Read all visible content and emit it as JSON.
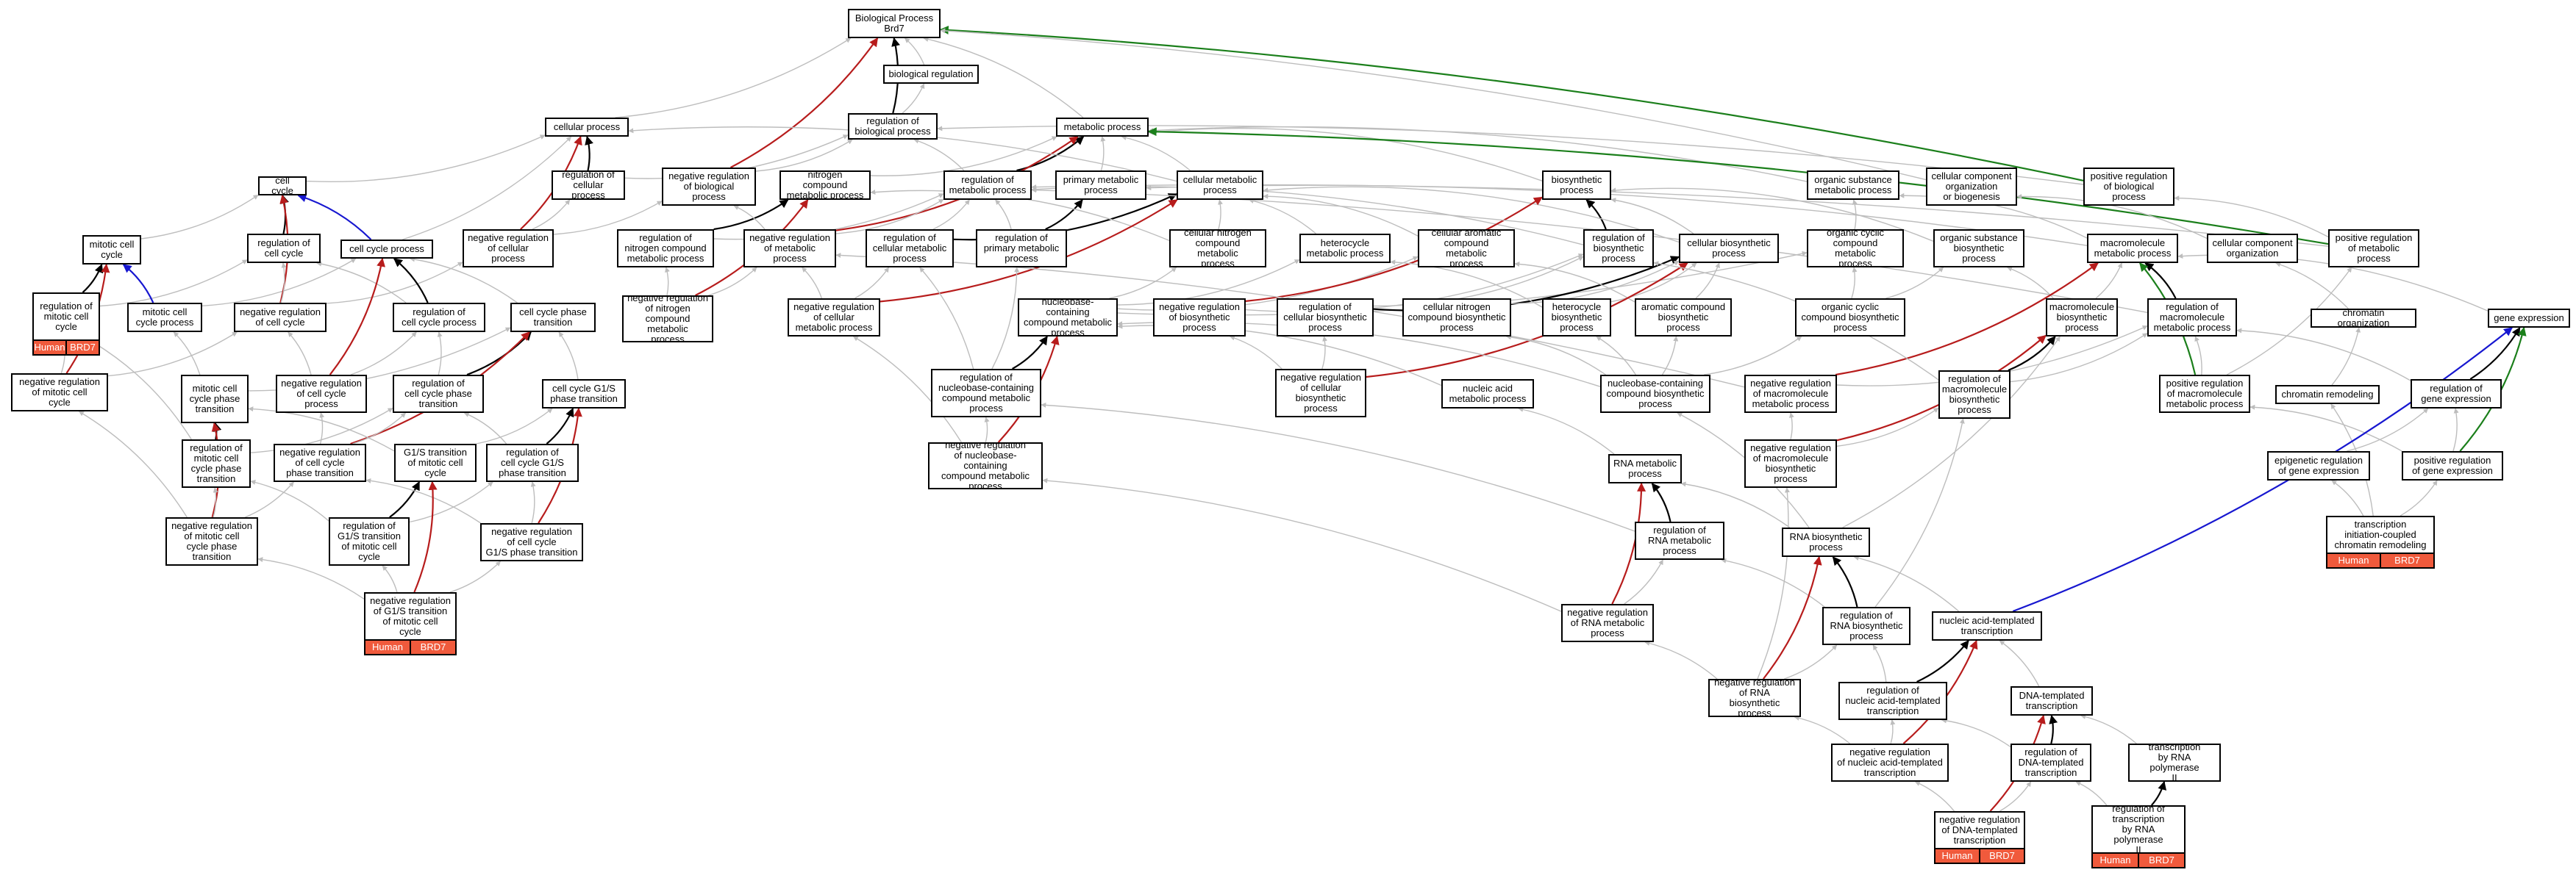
{
  "colors": {
    "is_a": "#bdbdbd",
    "regulates": "#000000",
    "negatively_regulates": "#b71c1c",
    "positively_regulates": "#1b7f1b",
    "part_of": "#1717d0",
    "annotation": "#f05a3c"
  },
  "nodes": {
    "root": "Biological Process\nBrd7",
    "biological_regulation": "biological regulation",
    "regulation_of_biological_process": "regulation of\nbiological process",
    "cellular_process": "cellular process",
    "metabolic_process": "metabolic process",
    "cell_cycle": "cell cycle",
    "regulation_of_cellular_process": "regulation of\ncellular process",
    "negative_regulation_of_biological_process": "negative regulation\nof biological\nprocess",
    "nitrogen_compound_metabolic_process": "nitrogen compound\nmetabolic process",
    "regulation_of_metabolic_process": "regulation of\nmetabolic process",
    "primary_metabolic_process": "primary metabolic\nprocess",
    "cellular_metabolic_process": "cellular metabolic\nprocess",
    "biosynthetic_process": "biosynthetic\nprocess",
    "organic_substance_metabolic_process": "organic substance\nmetabolic process",
    "cellular_component_organization_or_biogenesis": "cellular component\norganization\nor biogenesis",
    "positive_regulation_of_biological_process": "positive regulation\nof biological\nprocess",
    "mitotic_cell_cycle": "mitotic cell\ncycle",
    "regulation_of_cell_cycle": "regulation of\ncell cycle",
    "cell_cycle_process": "cell cycle process",
    "negative_regulation_of_cellular_process": "negative regulation\nof cellular\nprocess",
    "regulation_of_nitrogen_compound_metabolic_process": "regulation of\nnitrogen compound\nmetabolic process",
    "negative_regulation_of_metabolic_process": "negative regulation\nof metabolic\nprocess",
    "regulation_of_cellular_metabolic_process": "regulation of\ncellular metabolic\nprocess",
    "regulation_of_primary_metabolic_process": "regulation of\nprimary metabolic\nprocess",
    "cellular_nitrogen_compound_metabolic_process": "cellular nitrogen\ncompound metabolic\nprocess",
    "heterocycle_metabolic_process": "heterocycle\nmetabolic process",
    "cellular_aromatic_compound_metabolic_process": "cellular aromatic\ncompound metabolic\nprocess",
    "regulation_of_biosynthetic_process": "regulation of\nbiosynthetic\nprocess",
    "cellular_biosynthetic_process": "cellular biosynthetic\nprocess",
    "organic_cyclic_compound_metabolic_process": "organic cyclic\ncompound metabolic\nprocess",
    "organic_substance_biosynthetic_process": "organic substance\nbiosynthetic\nprocess",
    "macromolecule_metabolic_process": "macromolecule\nmetabolic process",
    "cellular_component_organization": "cellular component\norganization",
    "positive_regulation_of_metabolic_process": "positive regulation\nof metabolic\nprocess",
    "regulation_of_mitotic_cell_cycle": "regulation of\nmitotic cell\ncycle",
    "mitotic_cell_cycle_process": "mitotic cell\ncycle process",
    "negative_regulation_of_cell_cycle": "negative regulation\nof cell cycle",
    "regulation_of_cell_cycle_process": "regulation of\ncell cycle process",
    "cell_cycle_phase_transition": "cell cycle phase\ntransition",
    "negative_regulation_of_nitrogen_compound_metabolic_process": "negative regulation\nof nitrogen\ncompound metabolic\nprocess",
    "negative_regulation_of_cellular_metabolic_process": "negative regulation\nof cellular\nmetabolic process",
    "nucleobase_containing_compound_metabolic_process": "nucleobase-containing\ncompound metabolic\nprocess",
    "negative_regulation_of_biosynthetic_process": "negative regulation\nof biosynthetic\nprocess",
    "regulation_of_cellular_biosynthetic_process": "regulation of\ncellular biosynthetic\nprocess",
    "cellular_nitrogen_compound_biosynthetic_process": "cellular nitrogen\ncompound biosynthetic\nprocess",
    "heterocycle_biosynthetic_process": "heterocycle\nbiosynthetic\nprocess",
    "aromatic_compound_biosynthetic_process": "aromatic compound\nbiosynthetic\nprocess",
    "organic_cyclic_compound_biosynthetic_process": "organic cyclic\ncompound biosynthetic\nprocess",
    "macromolecule_biosynthetic_process": "macromolecule\nbiosynthetic\nprocess",
    "regulation_of_macromolecule_metabolic_process": "regulation of\nmacromolecule\nmetabolic process",
    "chromatin_organization": "chromatin organization",
    "gene_expression": "gene expression",
    "negative_regulation_of_mitotic_cell_cycle": "negative regulation\nof mitotic cell\ncycle",
    "mitotic_cell_cycle_phase_transition": "mitotic cell\ncycle phase\ntransition",
    "negative_regulation_of_cell_cycle_process": "negative regulation\nof cell cycle\nprocess",
    "regulation_of_cell_cycle_phase_transition": "regulation of\ncell cycle phase\ntransition",
    "cell_cycle_g1_s_phase_transition": "cell cycle G1/S\nphase transition",
    "regulation_of_nucleobase_containing_compound_metabolic_process": "regulation of\nnucleobase-containing\ncompound metabolic\nprocess",
    "negative_regulation_of_cellular_biosynthetic_process": "negative regulation\nof cellular\nbiosynthetic\nprocess",
    "nucleic_acid_metabolic_process": "nucleic acid\nmetabolic process",
    "nucleobase_containing_compound_biosynthetic_process": "nucleobase-containing\ncompound biosynthetic\nprocess",
    "negative_regulation_of_macromolecule_metabolic_process": "negative regulation\nof macromolecule\nmetabolic process",
    "regulation_of_macromolecule_biosynthetic_process": "regulation of\nmacromolecule\nbiosynthetic\nprocess",
    "positive_regulation_of_macromolecule_metabolic_process": "positive regulation\nof macromolecule\nmetabolic process",
    "chromatin_remodeling": "chromatin remodeling",
    "regulation_of_gene_expression": "regulation of\ngene expression",
    "regulation_of_mitotic_cell_cycle_phase_transition": "regulation of\nmitotic cell\ncycle phase\ntransition",
    "negative_regulation_of_cell_cycle_phase_transition": "negative regulation\nof cell cycle\nphase transition",
    "g1_s_transition_of_mitotic_cell_cycle": "G1/S transition\nof mitotic cell\ncycle",
    "regulation_of_cell_cycle_g1_s_phase_transition": "regulation of\ncell cycle G1/S\nphase transition",
    "negative_regulation_of_nucleobase_containing_compound_metabolic_process": "negative regulation\nof nucleobase-containing\ncompound metabolic\nprocess",
    "negative_regulation_of_macromolecule_biosynthetic_process": "negative regulation\nof macromolecule\nbiosynthetic\nprocess",
    "epigenetic_regulation_of_gene_expression": "epigenetic regulation\nof gene expression",
    "positive_regulation_of_gene_expression": "positive regulation\nof gene expression",
    "negative_regulation_of_mitotic_cell_cycle_phase_transition": "negative regulation\nof mitotic cell\ncycle phase\ntransition",
    "regulation_of_g1_s_transition_of_mitotic_cell_cycle": "regulation of\nG1/S transition\nof mitotic cell\ncycle",
    "negative_regulation_of_cell_cycle_g1_s_phase_transition": "negative regulation\nof cell cycle\nG1/S phase transition",
    "rna_metabolic_process": "RNA metabolic\nprocess",
    "regulation_of_rna_metabolic_process": "regulation of\nRNA metabolic\nprocess",
    "rna_biosynthetic_process": "RNA biosynthetic\nprocess",
    "transcription_initiation_coupled_chromatin_remodeling": "transcription\ninitiation-coupled\nchromatin remodeling",
    "negative_regulation_of_g1_s_transition_of_mitotic_cell_cycle": "negative regulation\nof G1/S transition\nof mitotic cell\ncycle",
    "negative_regulation_of_rna_metabolic_process": "negative regulation\nof RNA metabolic\nprocess",
    "regulation_of_rna_biosynthetic_process": "regulation of\nRNA biosynthetic\nprocess",
    "nucleic_acid_templated_transcription": "nucleic acid-templated\ntranscription",
    "negative_regulation_of_rna_biosynthetic_process": "negative regulation\nof RNA biosynthetic\nprocess",
    "regulation_of_nucleic_acid_templated_transcription": "regulation of\nnucleic acid-templated\ntranscription",
    "dna_templated_transcription": "DNA-templated\ntranscription",
    "negative_regulation_of_nucleic_acid_templated_transcription": "negative regulation\nof nucleic acid-templated\ntranscription",
    "regulation_of_dna_templated_transcription": "regulation of\nDNA-templated\ntranscription",
    "transcription_by_rna_polymerase_ii": "transcription\nby RNA polymerase\nII",
    "negative_regulation_of_dna_templated_transcription": "negative regulation\nof DNA-templated\ntranscription",
    "regulation_of_transcription_by_rna_polymerase_ii": "regulation of\ntranscription\nby RNA polymerase\nII"
  },
  "annotation_labels": [
    "Human",
    "BRD7"
  ]
}
